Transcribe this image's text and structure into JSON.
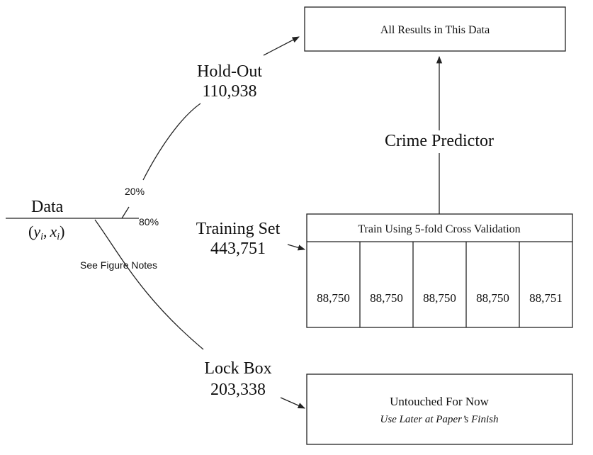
{
  "data_node": {
    "label": "Data",
    "math_y": "y",
    "math_i": "i",
    "math_comma": ",",
    "math_x": "x",
    "math_lparen": "(",
    "math_rparen": ")"
  },
  "splits": {
    "holdout_pct": "20%",
    "training_pct": "80%",
    "lockbox_note": "See Figure Notes"
  },
  "holdout": {
    "label": "Hold-Out",
    "count": "110,938"
  },
  "training": {
    "label": "Training Set",
    "count": "443,751"
  },
  "lockbox": {
    "label": "Lock Box",
    "count": "203,338"
  },
  "results_box": {
    "label": "All Results in This Data"
  },
  "predictor": {
    "label": "Crime Predictor"
  },
  "cv_box": {
    "title": "Train Using 5-fold Cross Validation",
    "folds": [
      "88,750",
      "88,750",
      "88,750",
      "88,750",
      "88,751"
    ]
  },
  "untouched_box": {
    "title": "Untouched For Now",
    "subtitle": "Use Later at Paper’s Finish"
  }
}
